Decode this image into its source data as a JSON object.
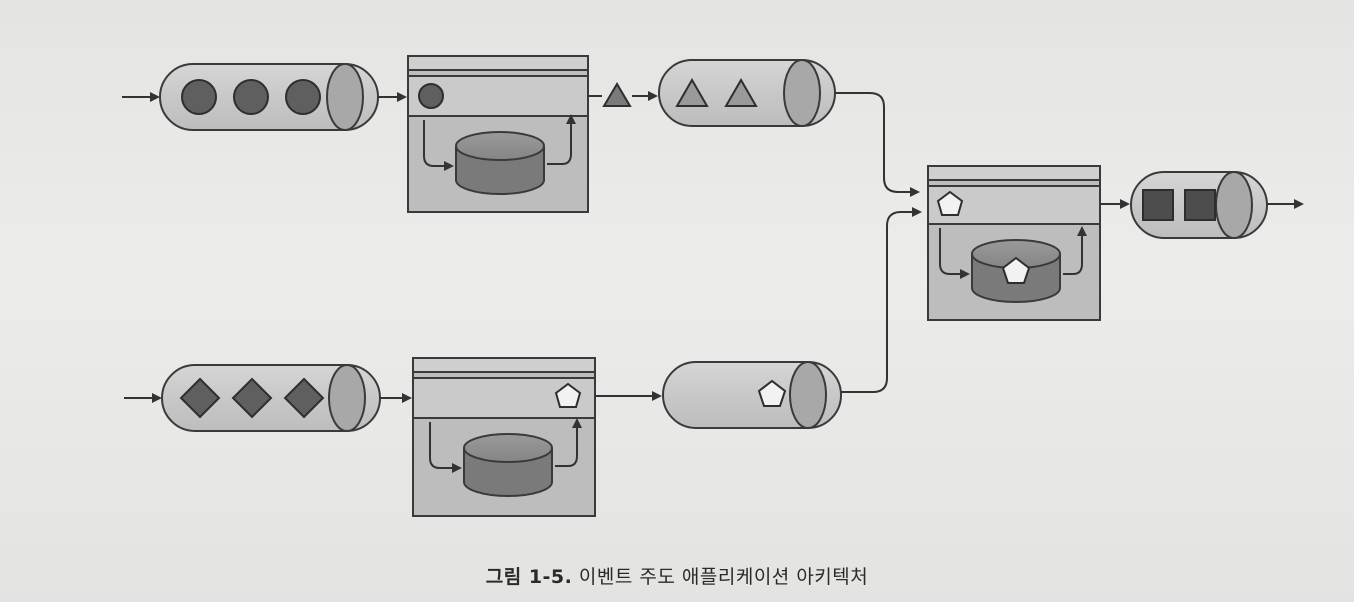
{
  "figure": {
    "caption_label": "그림 1-5.",
    "caption_text": "이벤트 주도 애플리케이션 아키텍처"
  },
  "colors": {
    "background": "#e9e9e7",
    "pipe": "#c9c9c9",
    "pipe_cap": "#a8a8a8",
    "processor_fill": "#bdbdbd",
    "database": "#8a8a8a",
    "token_dark": "#5f5f5f",
    "stroke": "#3a3a3a"
  },
  "diagram": {
    "inputs": [
      {
        "shape": "circle",
        "count": 3
      },
      {
        "shape": "diamond",
        "count": 3
      }
    ],
    "processors": [
      {
        "emits": "triangle"
      },
      {
        "emits": "pentagon"
      },
      {
        "emits": "square"
      }
    ],
    "intermediate_streams": [
      {
        "shape": "triangle",
        "count": 2
      },
      {
        "shape": "pentagon",
        "count": 1
      }
    ],
    "output": {
      "shape": "square",
      "count": 2
    }
  }
}
